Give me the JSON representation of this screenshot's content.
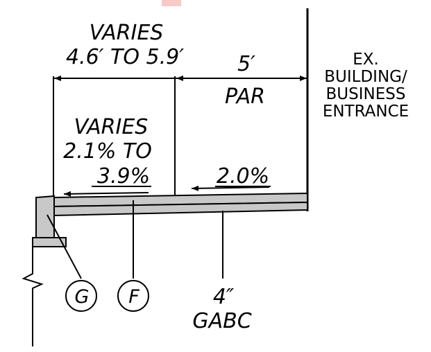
{
  "labels": {
    "top_width_line1": "VARIES",
    "top_width_line2": "4.6′ TO 5.9′",
    "right_width": "5′",
    "par": "PAR",
    "existing_line1": "EX.",
    "existing_line2": "BUILDING/",
    "existing_line3": "BUSINESS",
    "existing_line4": "ENTRANCE",
    "slope_left_line1": "VARIES",
    "slope_left_line2": "2.1%  TO",
    "slope_left_line3": "3.9%",
    "slope_right": "2.0%",
    "callout_g": "G",
    "callout_f": "F",
    "base_line1": "4″",
    "base_line2": "GABC"
  },
  "colors": {
    "line": "#000000",
    "fill_gray": "#c8c8c8",
    "marker_pink": "#f9c9c9"
  }
}
